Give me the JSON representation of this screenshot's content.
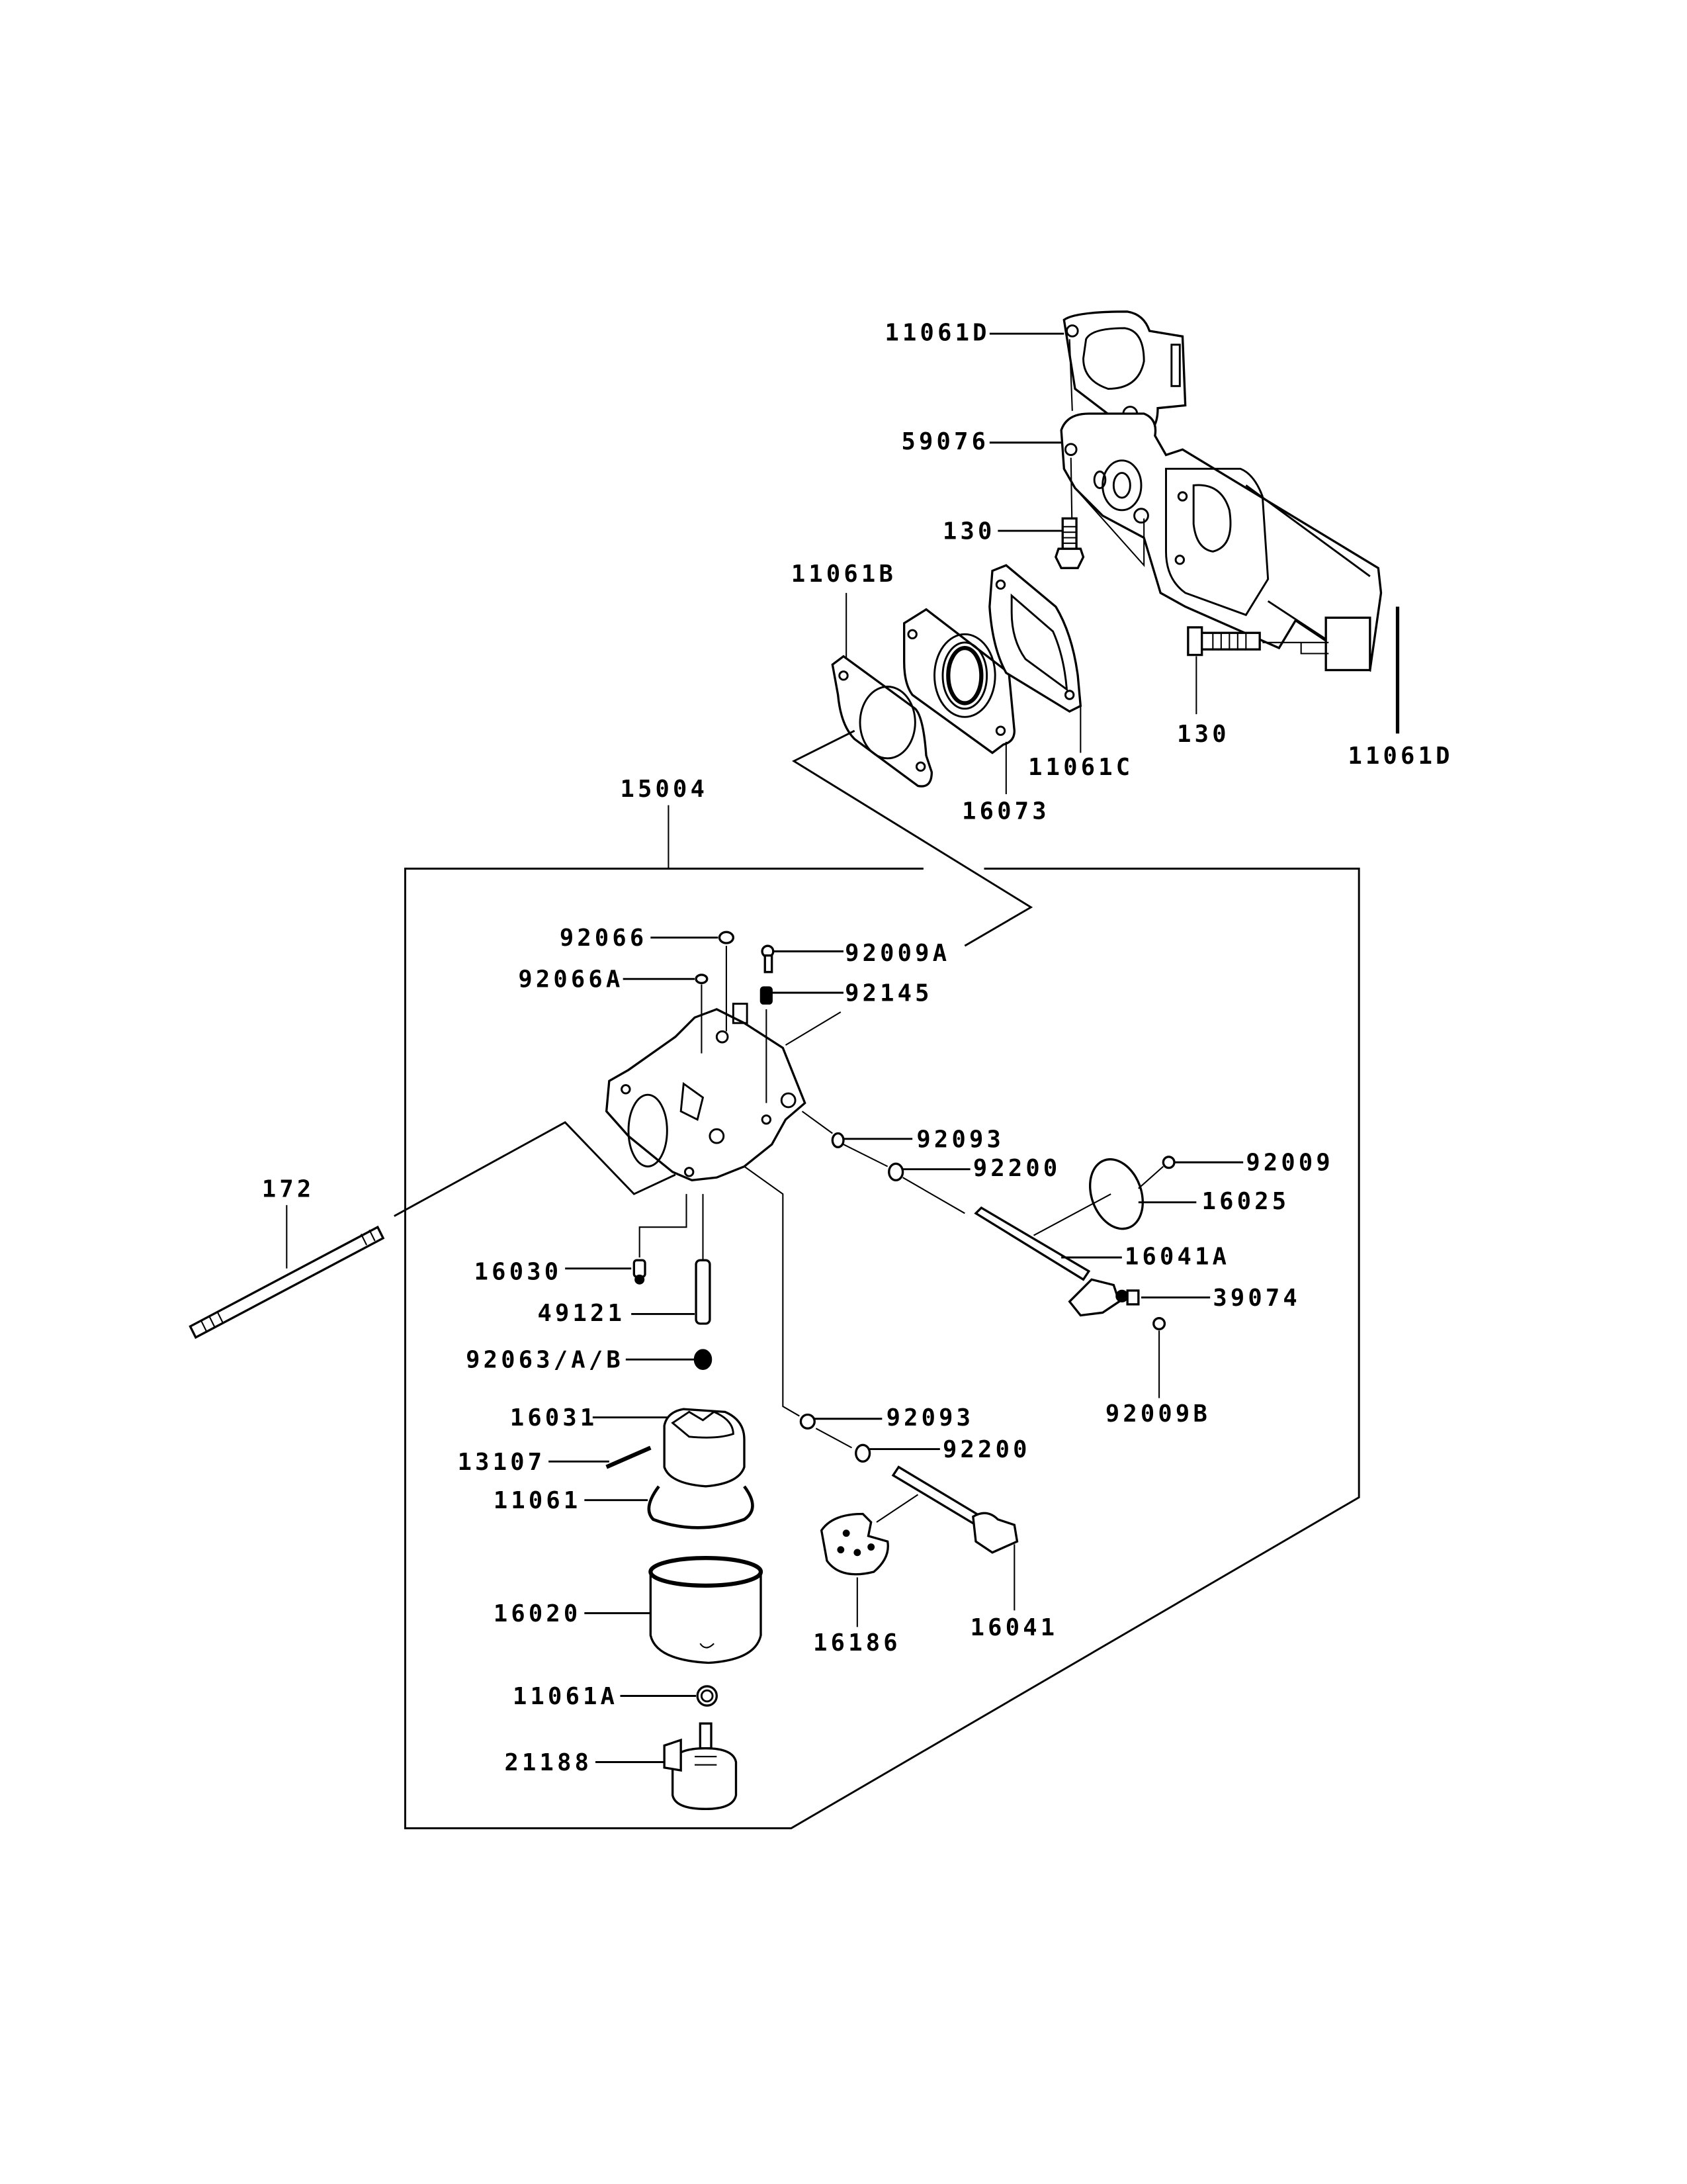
{
  "diagram": {
    "type": "exploded parts diagram",
    "subject": "carburetor and intake manifold assembly",
    "assembly_group_label": "15004",
    "labels": {
      "p11061D_top": "11061D",
      "p59076": "59076",
      "p130_a": "130",
      "p11061B": "11061B",
      "p16073": "16073",
      "p11061C": "11061C",
      "p130_b": "130",
      "p11061D_right": "11061D",
      "p15004": "15004",
      "p92066": "92066",
      "p92066A": "92066A",
      "p92009A": "92009A",
      "p92145": "92145",
      "p92093_a": "92093",
      "p92200_a": "92200",
      "p92009": "92009",
      "p16025": "16025",
      "p16041A": "16041A",
      "p39074": "39074",
      "p92009B": "92009B",
      "p172": "172",
      "p16030": "16030",
      "p49121": "49121",
      "p92063": "92063/A/B",
      "p16031": "16031",
      "p13107": "13107",
      "p11061": "11061",
      "p92093_b": "92093",
      "p92200_b": "92200",
      "p16020": "16020",
      "p16186": "16186",
      "p16041": "16041",
      "p11061A": "11061A",
      "p21188": "21188"
    },
    "parts": [
      {
        "number": "11061D",
        "description": "gasket (manifold top)"
      },
      {
        "number": "59076",
        "description": "intake manifold"
      },
      {
        "number": "130",
        "description": "flange bolt"
      },
      {
        "number": "11061B",
        "description": "gasket"
      },
      {
        "number": "16073",
        "description": "insulator"
      },
      {
        "number": "11061C",
        "description": "gasket"
      },
      {
        "number": "15004",
        "description": "carburetor assembly"
      },
      {
        "number": "92066",
        "description": "plug"
      },
      {
        "number": "92066A",
        "description": "plug"
      },
      {
        "number": "92009A",
        "description": "screw"
      },
      {
        "number": "92145",
        "description": "spring"
      },
      {
        "number": "92093",
        "description": "seal"
      },
      {
        "number": "92200",
        "description": "washer"
      },
      {
        "number": "92009",
        "description": "screw"
      },
      {
        "number": "16025",
        "description": "throttle valve"
      },
      {
        "number": "16041A",
        "description": "throttle shaft"
      },
      {
        "number": "39074",
        "description": "lever"
      },
      {
        "number": "92009B",
        "description": "screw"
      },
      {
        "number": "172",
        "description": "stud"
      },
      {
        "number": "16030",
        "description": "float valve"
      },
      {
        "number": "49121",
        "description": "main nozzle"
      },
      {
        "number": "92063/A/B",
        "description": "main jet"
      },
      {
        "number": "16031",
        "description": "float"
      },
      {
        "number": "13107",
        "description": "float pin"
      },
      {
        "number": "11061",
        "description": "bowl gasket"
      },
      {
        "number": "16020",
        "description": "float bowl"
      },
      {
        "number": "16186",
        "description": "choke valve"
      },
      {
        "number": "16041",
        "description": "choke shaft"
      },
      {
        "number": "11061A",
        "description": "gasket"
      },
      {
        "number": "21188",
        "description": "fuel solenoid"
      }
    ]
  }
}
